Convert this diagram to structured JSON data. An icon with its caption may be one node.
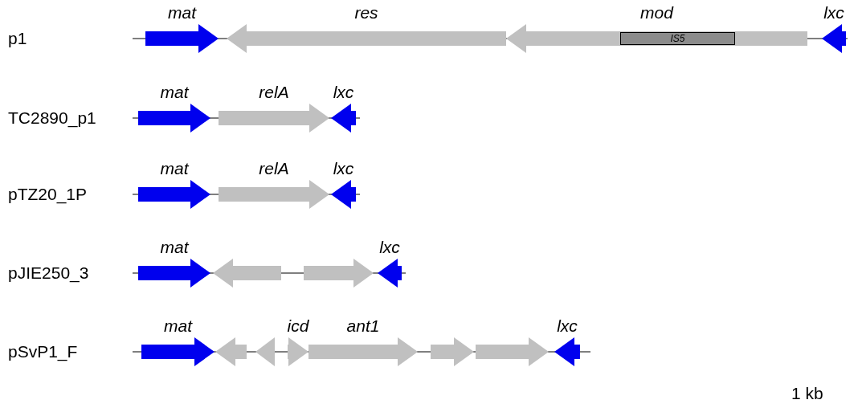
{
  "diagram": {
    "nodes": [
      {
        "text": [
          "mat"
        ]
      },
      {
        "text": [
          "res"
        ]
      },
      {
        "text": [
          "mod"
        ]
      },
      {
        "text": [
          "IS5"
        ],
        "in": 2
      },
      {
        "text": [
          "lxc"
        ]
      },
      {
        "text": [
          "mat"
        ]
      },
      {
        "text": [
          "relA"
        ]
      },
      {
        "text": [
          "lxc"
        ]
      },
      {
        "text": [
          "mat"
        ]
      },
      {
        "text": [
          "relA"
        ]
      },
      {
        "text": [
          "lxc"
        ]
      },
      {
        "text": [
          "mat"
        ]
      },
      {
        "text": [],
        "shape": "arrow"
      },
      {
        "text": [],
        "shape": "arrow"
      },
      {
        "text": [
          "lxc"
        ]
      },
      {
        "text": [
          "mat"
        ]
      },
      {
        "text": [],
        "shape": "arrow"
      },
      {
        "text": [],
        "shape": "arrow"
      },
      {
        "text": [
          "icd"
        ]
      },
      {
        "text": [
          "ant1"
        ]
      },
      {
        "text": [],
        "shape": "arrow"
      },
      {
        "text": [],
        "shape": "arrow"
      },
      {
        "text": [
          "lxc"
        ]
      }
    ],
    "edges": [],
    "labels": [
      "p1",
      "TC2890_p1",
      "pTZ20_1P",
      "pJIE250_3",
      "pSvP1_F",
      "1 kb"
    ]
  }
}
